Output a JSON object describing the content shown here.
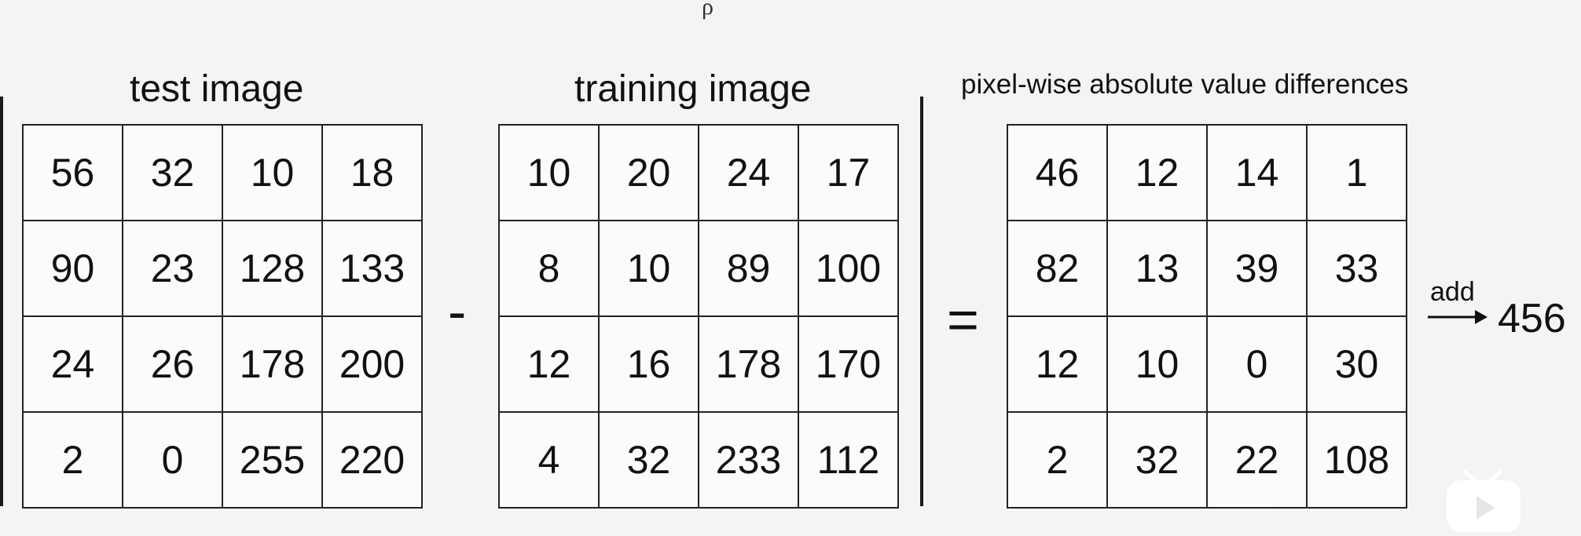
{
  "top_fragment": "ρ",
  "matrices": {
    "test": {
      "title": "test image",
      "rows": [
        [
          "56",
          "32",
          "10",
          "18"
        ],
        [
          "90",
          "23",
          "128",
          "133"
        ],
        [
          "24",
          "26",
          "178",
          "200"
        ],
        [
          "2",
          "0",
          "255",
          "220"
        ]
      ]
    },
    "training": {
      "title": "training image",
      "rows": [
        [
          "10",
          "20",
          "24",
          "17"
        ],
        [
          "8",
          "10",
          "89",
          "100"
        ],
        [
          "12",
          "16",
          "178",
          "170"
        ],
        [
          "4",
          "32",
          "233",
          "112"
        ]
      ]
    },
    "diff": {
      "title": "pixel-wise absolute value differences",
      "rows": [
        [
          "46",
          "12",
          "14",
          "1"
        ],
        [
          "82",
          "13",
          "39",
          "33"
        ],
        [
          "12",
          "10",
          "0",
          "30"
        ],
        [
          "2",
          "32",
          "22",
          "108"
        ]
      ]
    }
  },
  "operators": {
    "minus": "-",
    "equals": "="
  },
  "sum": {
    "label": "add",
    "value": "456"
  },
  "watermark_icon": "tv-play-icon"
}
